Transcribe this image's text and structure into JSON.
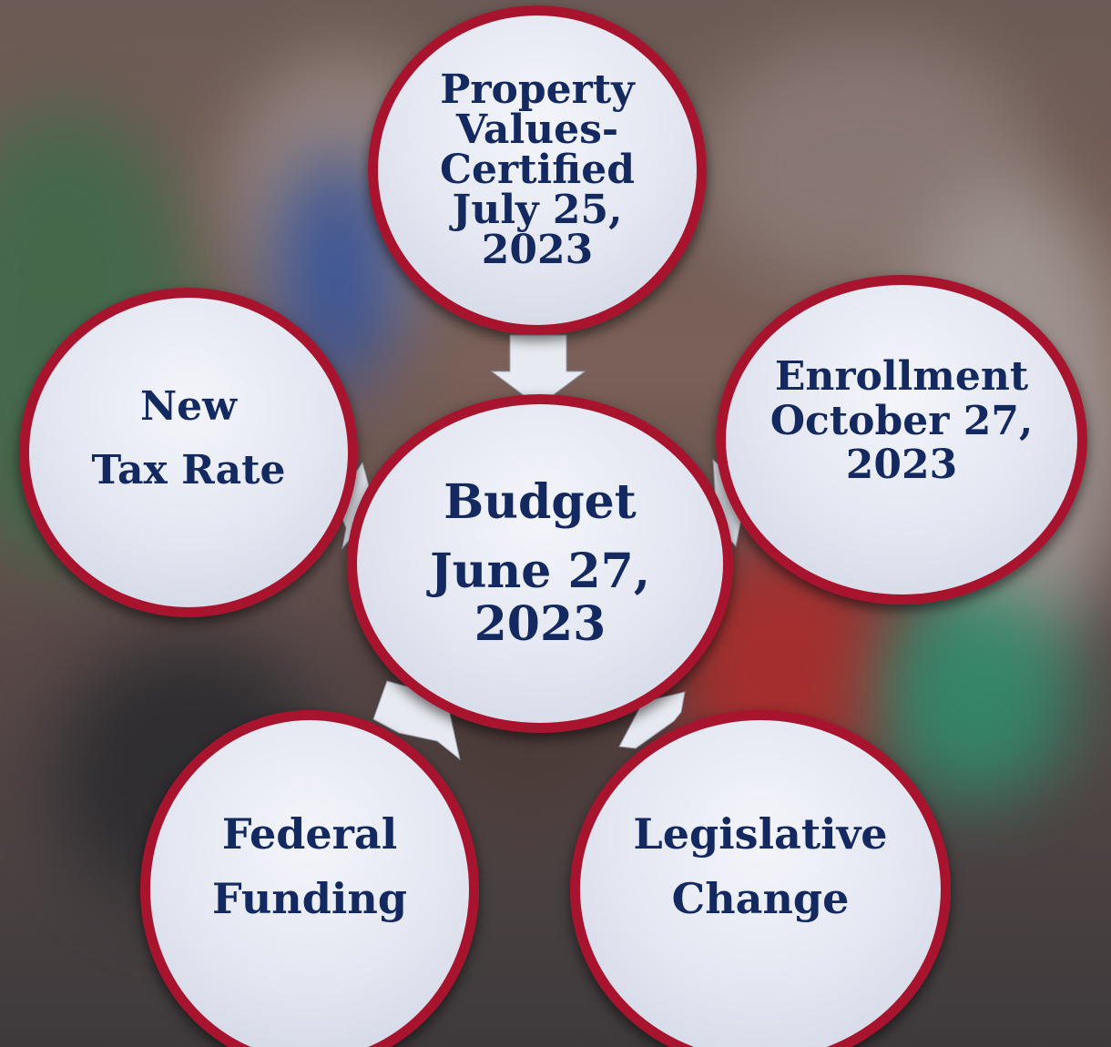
{
  "colors": {
    "ring": "#a8142e",
    "text": "#13295f",
    "fill": "#e3e6f0",
    "arrow": "#e8eaf2"
  },
  "center": {
    "title": "Budget",
    "date_line1": "June 27,",
    "date_line2": "2023"
  },
  "nodes": {
    "property_values": [
      "Property",
      "Values-",
      "Certified",
      "July 25,",
      "2023"
    ],
    "enrollment": [
      "Enrollment",
      "October 27,",
      "2023"
    ],
    "tax_rate": [
      "New",
      "Tax Rate"
    ],
    "federal_funding": [
      "Federal",
      "Funding"
    ],
    "legislative_change": [
      "Legislative",
      "Change"
    ]
  }
}
